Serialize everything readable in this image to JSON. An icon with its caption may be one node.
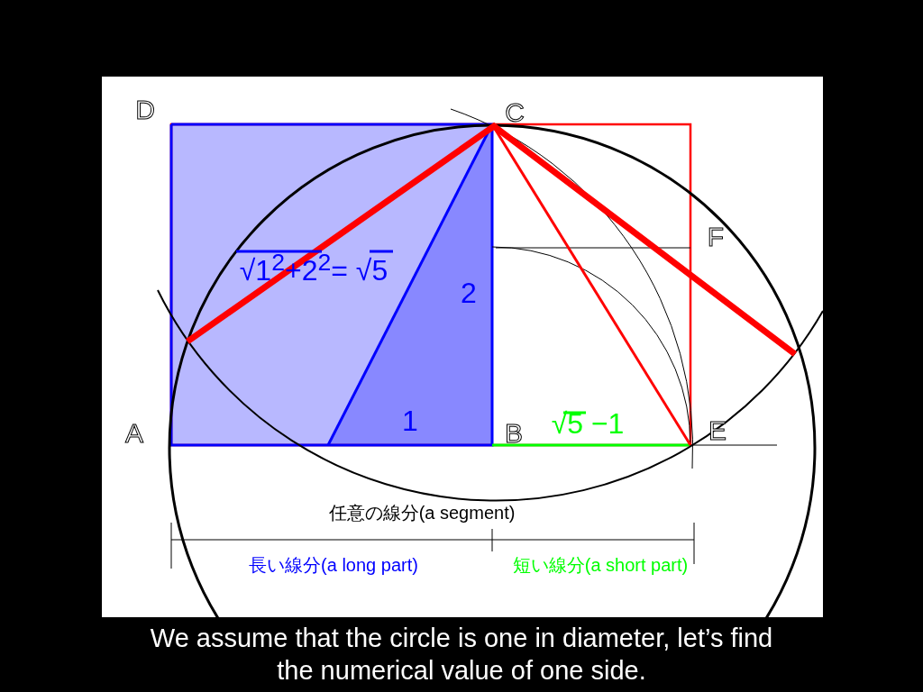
{
  "diagram": {
    "caption": "We assume that the circle is one in diameter, let’s find the numerical value of one side.",
    "labels": [
      "D",
      "C",
      "F",
      "√1$^{2}$+2$^{2}$= √5",
      "2",
      "A",
      "1",
      "B",
      "√5 −1",
      "E",
      "任意の線分(a segment)",
      "長い線分(a long part)",
      "短い線分(a short part)"
    ]
  }
}
